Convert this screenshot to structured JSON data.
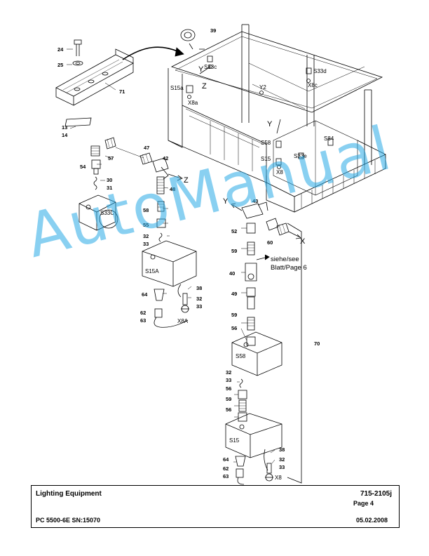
{
  "title_block": {
    "title": "Lighting Equipment",
    "doc_number": "715-2105j",
    "page": "Page 4",
    "model": "PC 5500-6E SN:15070",
    "date": "05.02.2008"
  },
  "watermark": "AutoManual",
  "note": {
    "line1": "siehe/see",
    "line2": "Blatt/Page 6"
  },
  "axes": {
    "z1": "Z",
    "z2": "Z",
    "y1": "Y",
    "y2": "Y",
    "y3": "Y",
    "x1": "X"
  },
  "component_labels": {
    "s33c_top": "S33c",
    "s33d": "S33d",
    "x8c": "X8c",
    "s15a_top": "S15a",
    "x8a_top": "X8a",
    "y2": "Y2",
    "s58_top": "S58",
    "s15_top": "S15",
    "x8_top": "X8",
    "s33e": "S33e",
    "s84": "S84",
    "s33c_box": "S33C",
    "s15a_box": "S15A",
    "x8a": "X8A",
    "s58_box": "S58",
    "s15_box": "S15",
    "x8": "X8"
  },
  "part_numbers": {
    "p39": "39",
    "p24": "24",
    "p25": "25",
    "p71": "71",
    "p13": "13",
    "p14": "14",
    "p57": "57",
    "p47": "47",
    "p42": "42",
    "p54": "54",
    "p30": "30",
    "p31": "31",
    "p48": "48",
    "p58": "58",
    "p55": "55",
    "p32a": "32",
    "p33a": "33",
    "p64a": "64",
    "p38a": "38",
    "p32b": "32",
    "p33b": "33",
    "p62a": "62",
    "p63a": "63",
    "p43": "43",
    "p52": "52",
    "p60": "60",
    "p59a": "59",
    "p40": "40",
    "p49": "49",
    "p59b": "59",
    "p56a": "56",
    "p70": "70",
    "p32c": "32",
    "p33c": "33",
    "p56b": "56",
    "p59c": "59",
    "p56c": "56",
    "p38b": "38",
    "p64b": "64",
    "p32d": "32",
    "p62b": "62",
    "p33d": "33",
    "p63b": "63"
  },
  "colors": {
    "watermark": "#28aae6",
    "line": "#000000"
  }
}
